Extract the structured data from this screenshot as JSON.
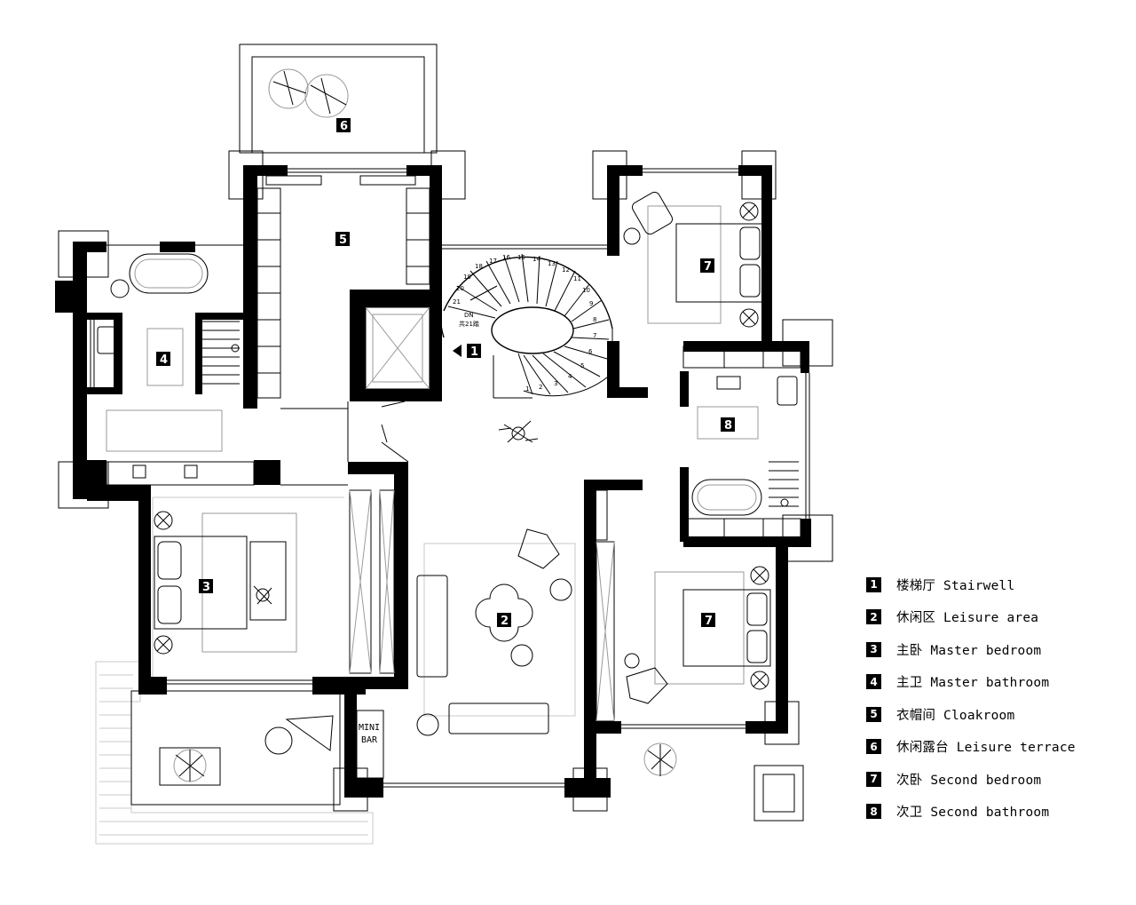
{
  "rooms": [
    {
      "num": "1",
      "zh": "楼梯厅",
      "en": "Stairwell"
    },
    {
      "num": "2",
      "zh": "休闲区",
      "en": "Leisure area"
    },
    {
      "num": "3",
      "zh": "主卧",
      "en": "Master bedroom"
    },
    {
      "num": "4",
      "zh": "主卫",
      "en": "Master bathroom"
    },
    {
      "num": "5",
      "zh": "衣帽间",
      "en": "Cloakroom"
    },
    {
      "num": "6",
      "zh": "休闲露台",
      "en": "Leisure terrace"
    },
    {
      "num": "7",
      "zh": "次卧",
      "en": "Second bedroom"
    },
    {
      "num": "8",
      "zh": "次卫",
      "en": "Second bathroom"
    }
  ],
  "legend_lines": [
    "楼梯厅 Stairwell",
    "休闲区 Leisure area",
    "主卧 Master bedroom",
    "主卫 Master bathroom",
    "衣帽间 Cloakroom",
    "休闲露台 Leisure terrace",
    "次卧 Second bedroom",
    "次卫 Second bathroom"
  ],
  "stair": {
    "direction_label": "DN",
    "count_label": "共21踏",
    "step_numbers": [
      "21",
      "20",
      "19",
      "18",
      "17",
      "16",
      "15",
      "14",
      "13",
      "12",
      "11",
      "10",
      "9",
      "8",
      "7",
      "6",
      "5",
      "4",
      "3",
      "2",
      "1"
    ]
  },
  "mini_bar": {
    "line1": "MINI",
    "line2": "BAR"
  },
  "plan_tags": {
    "t1": "1",
    "t2": "2",
    "t3": "3",
    "t4": "4",
    "t5": "5",
    "t6": "6",
    "t7a": "7",
    "t7b": "7",
    "t8": "8"
  },
  "colors": {
    "wall": "#000000",
    "fixture_line": "#9a9a9a",
    "background": "#ffffff"
  }
}
